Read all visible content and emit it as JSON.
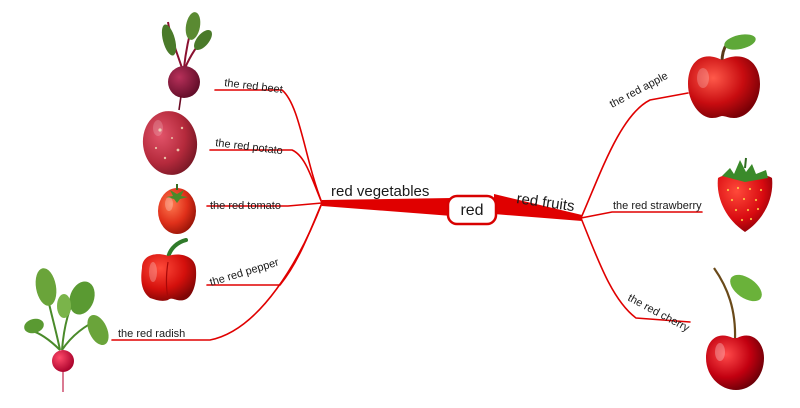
{
  "diagram": {
    "center": {
      "label": "red"
    },
    "branches": {
      "vegetables": {
        "label": "red vegetables",
        "items": [
          {
            "label": "the red beet",
            "icon": "beet-icon"
          },
          {
            "label": "the red potato",
            "icon": "potato-icon"
          },
          {
            "label": "the red tomato",
            "icon": "tomato-icon"
          },
          {
            "label": "the red pepper",
            "icon": "pepper-icon"
          },
          {
            "label": "the red radish",
            "icon": "radish-icon"
          }
        ]
      },
      "fruits": {
        "label": "red fruits",
        "items": [
          {
            "label": "the red apple",
            "icon": "apple-icon"
          },
          {
            "label": "the red strawberry",
            "icon": "strawberry-icon"
          },
          {
            "label": "the red cherry",
            "icon": "cherry-icon"
          }
        ]
      }
    }
  },
  "colors": {
    "branch": "#e00000",
    "center_border": "#d80000",
    "text": "#1a1a1a"
  }
}
